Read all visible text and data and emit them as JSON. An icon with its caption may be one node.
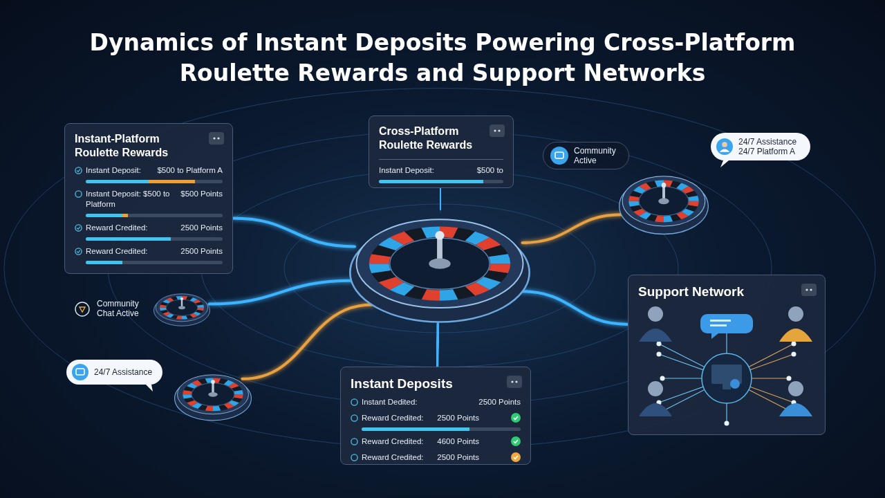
{
  "diagram": {
    "title": "Dynamics of Instant Deposits Powering Cross-Platform Roulette Rewards and Support Networks",
    "nodes": [
      {
        "text": [
          "Instant-Platform Roulette Rewards",
          "Instant Deposit:",
          "$500 to Platform A",
          "Instant Deposit: $500 to Platform",
          "$500 Points",
          "Reward Credited:",
          "2500 Points",
          "Reward Credited:",
          "2500 Points"
        ]
      },
      {
        "text": [
          "Cross-Platform Roulette Rewards",
          "Instant Deposit:",
          "$500 to"
        ]
      },
      {
        "text": [
          "Community Active"
        ]
      },
      {
        "text": [
          "24/7 Assistance",
          "24/7 Platform A"
        ]
      },
      {
        "text": [
          "Community Chat Active"
        ]
      },
      {
        "text": [
          "24/7 Assistance"
        ]
      },
      {
        "text": [
          "Instant Deposits",
          "Instant Dedited:",
          "2500 Points",
          "Reward Credited:",
          "2500 Points",
          "Reward Credited:",
          "4600 Points",
          "Reward Credited:",
          "2500 Points"
        ]
      },
      {
        "text": [
          "Support Network"
        ]
      },
      {
        "text": [],
        "shape": "picture"
      },
      {
        "text": [],
        "shape": "picture"
      },
      {
        "text": [],
        "shape": "picture"
      },
      {
        "text": [],
        "shape": "picture"
      }
    ],
    "edges": [
      {
        "from": 0,
        "to": 8,
        "arrow": "none"
      },
      {
        "from": 1,
        "to": 8,
        "arrow": "none"
      },
      {
        "from": 8,
        "to": 9,
        "arrow": "none",
        "color": "#e8a040"
      },
      {
        "from": 10,
        "to": 8,
        "arrow": "none"
      },
      {
        "from": 11,
        "to": 8,
        "arrow": "none",
        "color": "#e8a040"
      },
      {
        "from": 8,
        "to": 7,
        "arrow": "none"
      },
      {
        "from": 8,
        "to": 6,
        "arrow": "none"
      }
    ]
  }
}
